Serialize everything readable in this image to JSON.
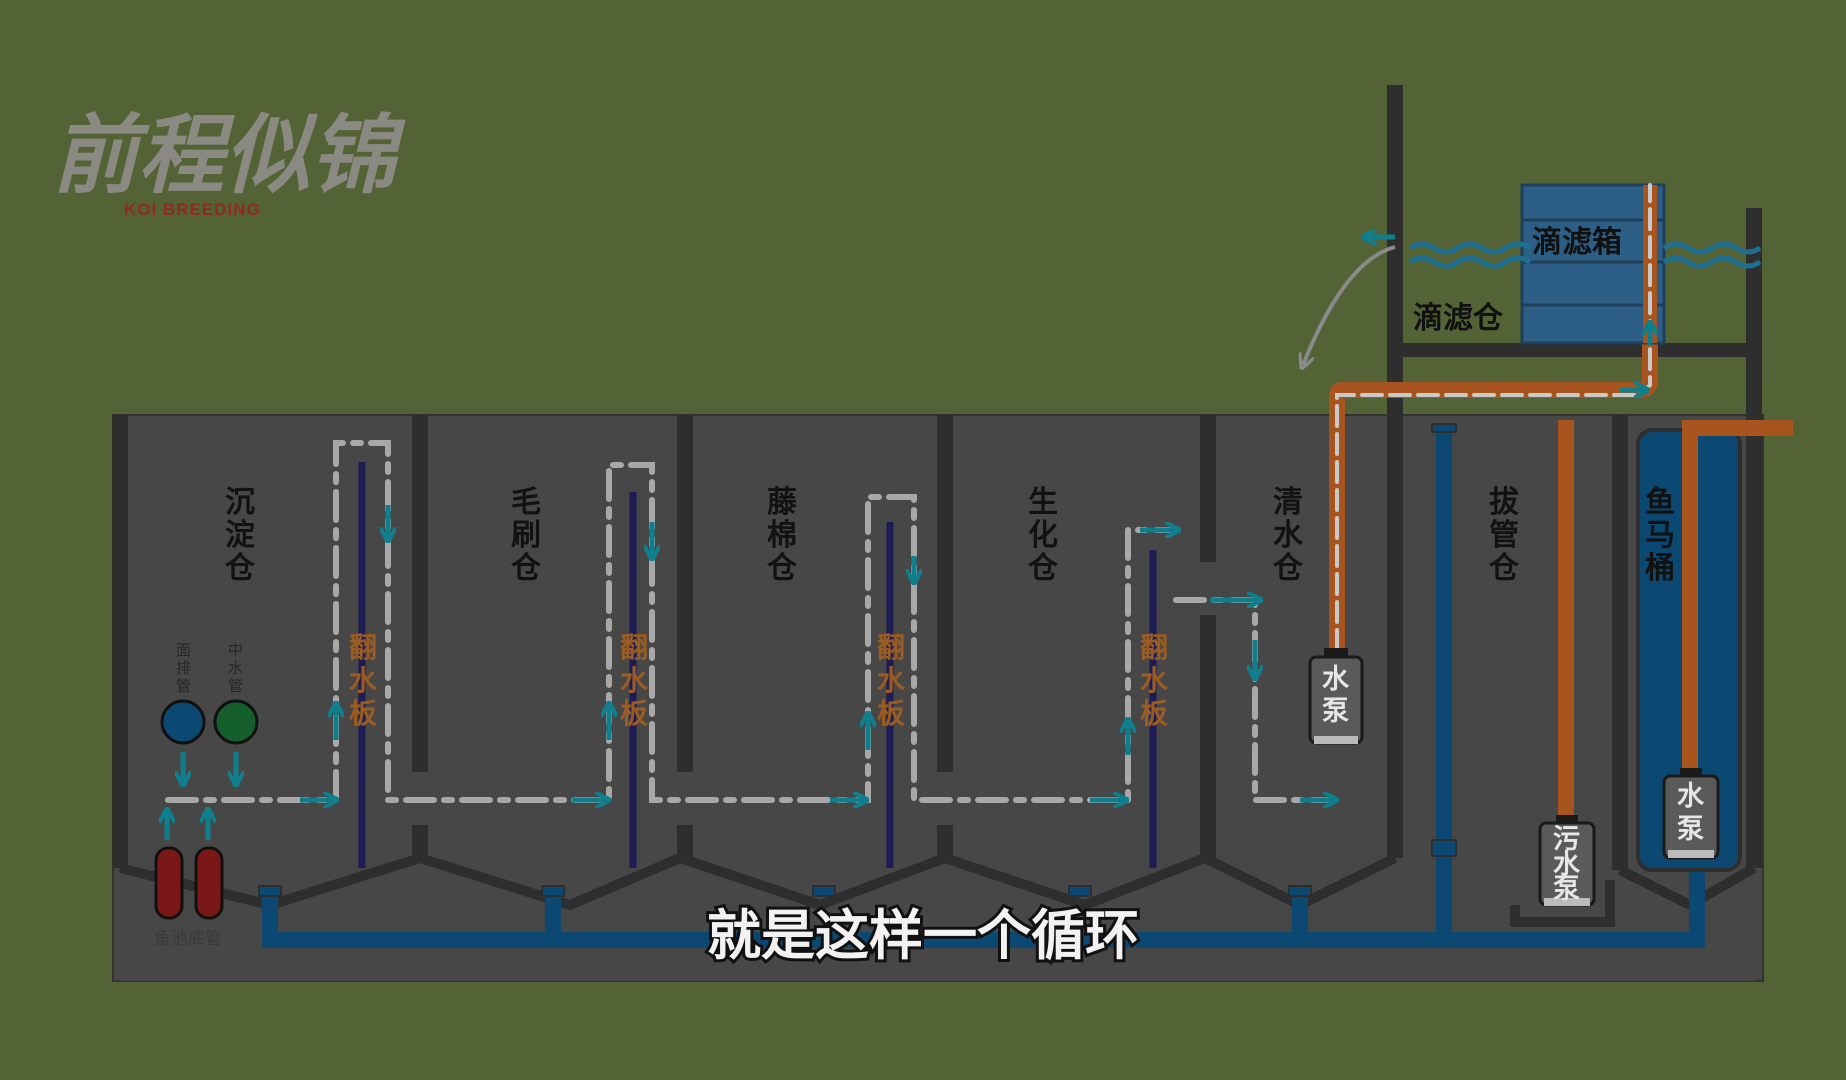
{
  "logo": {
    "title": "前程似锦",
    "subtitle": "KOI BREEDING"
  },
  "chambers": [
    {
      "id": "sedimentation",
      "label": [
        "沉",
        "淀",
        "仓"
      ]
    },
    {
      "id": "brush",
      "label": [
        "毛",
        "刷",
        "仓"
      ]
    },
    {
      "id": "rattan",
      "label": [
        "藤",
        "棉",
        "仓"
      ]
    },
    {
      "id": "bio",
      "label": [
        "生",
        "化",
        "仓"
      ]
    },
    {
      "id": "clear-water",
      "label": [
        "清",
        "水",
        "仓"
      ]
    },
    {
      "id": "pipe-pull",
      "label": [
        "拔",
        "管",
        "仓"
      ]
    }
  ],
  "fish_toilet": {
    "label": [
      "鱼",
      "马",
      "桶"
    ]
  },
  "baffle_label": [
    "翻",
    "水",
    "板"
  ],
  "inlets": {
    "surface": [
      "面",
      "排",
      "管"
    ],
    "middle": [
      "中",
      "水",
      "管"
    ],
    "bottom_drain": "鱼池底管"
  },
  "pumps": {
    "water_pump": [
      "水",
      "泵"
    ],
    "sewage_pump": [
      "污",
      "水",
      "泵"
    ]
  },
  "drip_box": "滴滤箱",
  "drip_chamber": "滴滤仓",
  "subtitle": "就是这样一个循环",
  "colors": {
    "background": "#536336",
    "tank": "#474747",
    "wall": "#2e2e2e",
    "pipe_blue": "#0b4872",
    "pipe_orange": "#a7541e",
    "arrow": "#0f7f8d",
    "baffle_purple": "#1f1c55",
    "flow_path": "#a8a8a8"
  }
}
